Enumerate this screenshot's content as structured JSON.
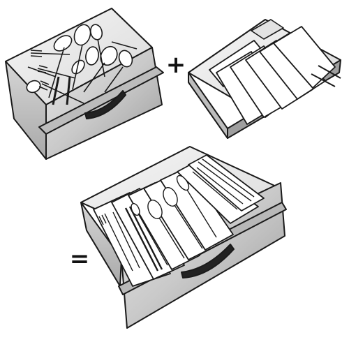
{
  "operators": {
    "plus": "+",
    "equals": "="
  },
  "panels": [
    {
      "id": "messy-drawer",
      "icon": "cluttered-cutlery-drawer"
    },
    {
      "id": "adjustable-insert",
      "icon": "expandable-cutlery-tray"
    },
    {
      "id": "organized-drawer",
      "icon": "organized-cutlery-drawer"
    }
  ],
  "colors": {
    "outline": "#1a1a1a",
    "metal_light": "#f1f1f1",
    "metal_mid": "#c8c8c8",
    "metal_dark": "#8e8e8e",
    "handle": "#222222"
  }
}
